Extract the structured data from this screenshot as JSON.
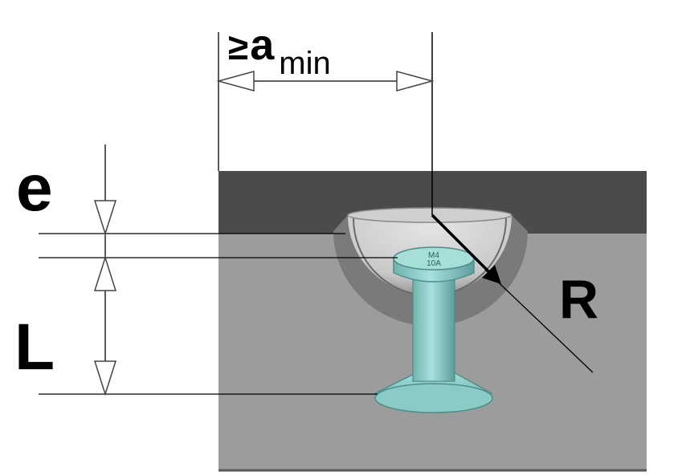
{
  "diagram": {
    "labels": {
      "spacing_prefix": "≥",
      "spacing_symbol": "a",
      "spacing_subscript": "min",
      "edge_distance": "e",
      "anchor_length": "L",
      "radius": "R"
    },
    "anchor_head_marking": "M4\n10A",
    "colors": {
      "top_layer": "#4b4b4b",
      "base_material": "#9c9c9c",
      "recess_light": "#d6d6d6",
      "recess_shadow": "#777777",
      "anchor": "#8fd0cc",
      "anchor_dark": "#5a9e9a",
      "dimension_line": "#000000",
      "arrow_fill": "#ffffff"
    }
  }
}
